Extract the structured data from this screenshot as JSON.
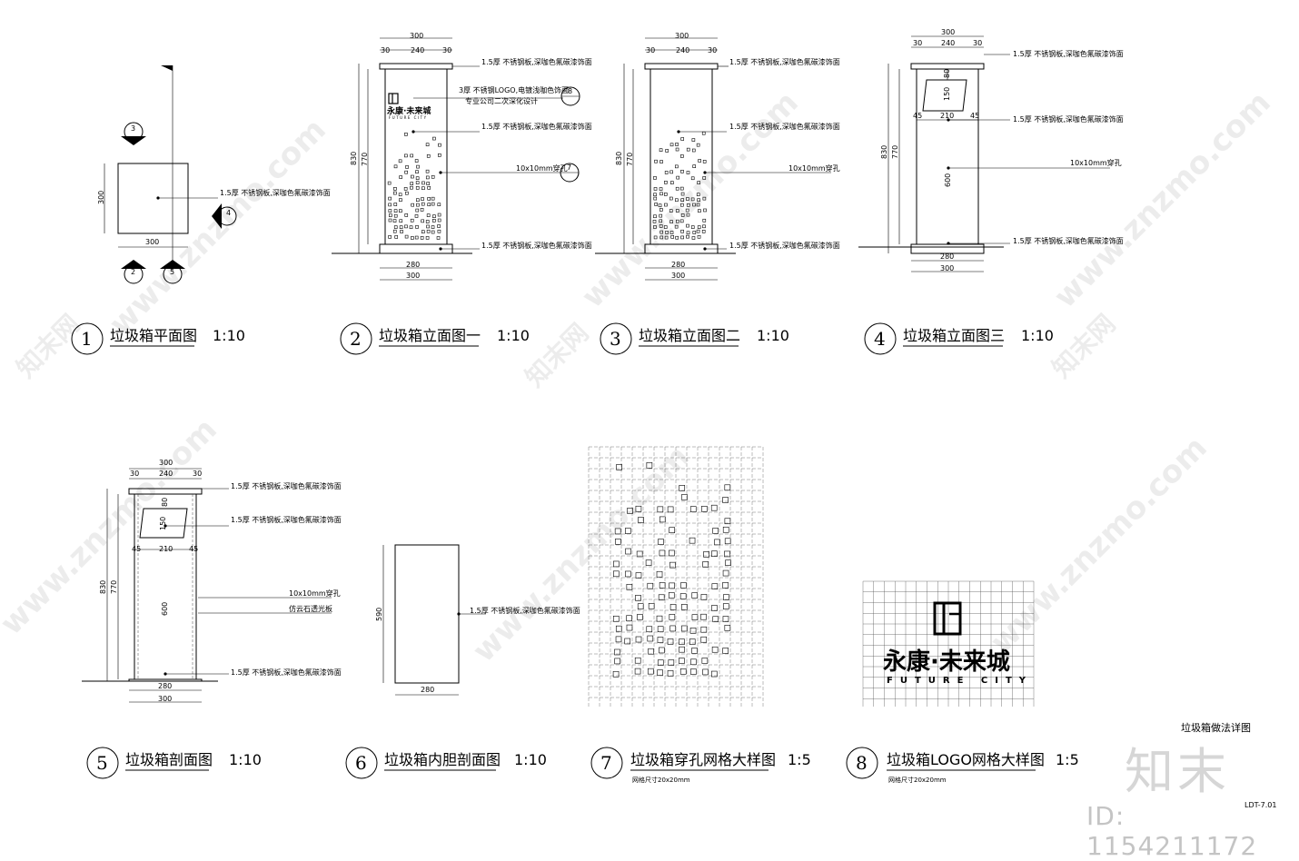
{
  "drawing_title": "垃圾箱做法详图",
  "sheet_no": "LDT-7.01",
  "watermark_brand": "知末",
  "watermark_url": "www.znzmo.com",
  "watermark_cn": "知末网",
  "footer_id": "ID: 1154211172",
  "views": [
    {
      "num": "1",
      "title": "垃圾箱平面图",
      "scale": "1:10"
    },
    {
      "num": "2",
      "title": "垃圾箱立面图一",
      "scale": "1:10"
    },
    {
      "num": "3",
      "title": "垃圾箱立面图二",
      "scale": "1:10"
    },
    {
      "num": "4",
      "title": "垃圾箱立面图三",
      "scale": "1:10"
    },
    {
      "num": "5",
      "title": "垃圾箱剖面图",
      "scale": "1:10"
    },
    {
      "num": "6",
      "title": "垃圾箱内胆剖面图",
      "scale": "1:10"
    },
    {
      "num": "7",
      "title": "垃圾箱穿孔网格大样图",
      "scale": "1:5",
      "sub": "网格尺寸20x20mm"
    },
    {
      "num": "8",
      "title": "垃圾箱LOGO网格大样图",
      "scale": "1:5",
      "sub": "网格尺寸20x20mm"
    }
  ],
  "notes": {
    "steel_panel": "1.5厚 不锈钢板,深咖色氟碳漆饰面",
    "logo_note_1": "3厚 不锈钢LOGO,电镀浅咖色饰面",
    "logo_note_2": "专业公司二次深化设计",
    "perforation": "10x10mm穿孔",
    "stone_panel": "仿云石透光板"
  },
  "dims": {
    "d300": "300",
    "d240": "240",
    "d30": "30",
    "d280": "280",
    "d830": "830",
    "d770": "770",
    "d80": "80",
    "d150": "150",
    "d45": "45",
    "d210": "210",
    "d600": "600",
    "d590": "590"
  },
  "section_markers": [
    "3",
    "4",
    "2",
    "5"
  ],
  "logo": {
    "cn": "永康·未来城",
    "en": "FUTURE CITY"
  },
  "colors": {
    "line": "#000000",
    "grid": "#555555",
    "watermark": "#000000"
  }
}
